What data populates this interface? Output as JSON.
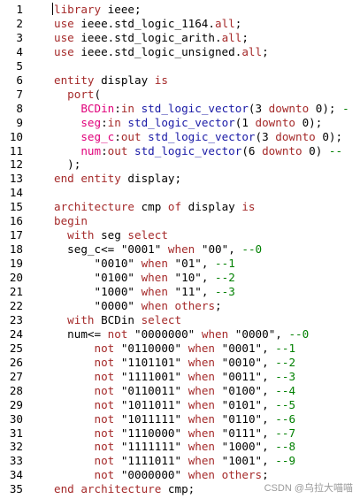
{
  "colors": {
    "keyword": "#a52a2a",
    "text": "#000000",
    "type": "#1a1aa6",
    "string": "#000000",
    "comment": "#008000",
    "port": "#e0007a",
    "line_number": "#000000",
    "background": "#ffffff"
  },
  "lines": [
    {
      "n": "1",
      "tokens": [
        {
          "t": "library",
          "c": "kw"
        },
        {
          "t": " ieee;",
          "c": "tx"
        }
      ]
    },
    {
      "n": "2",
      "tokens": [
        {
          "t": "use",
          "c": "kw"
        },
        {
          "t": " ieee.std_logic_1164.",
          "c": "tx"
        },
        {
          "t": "all",
          "c": "kw"
        },
        {
          "t": ";",
          "c": "tx"
        }
      ]
    },
    {
      "n": "3",
      "tokens": [
        {
          "t": "use",
          "c": "kw"
        },
        {
          "t": " ieee.std_logic_arith.",
          "c": "tx"
        },
        {
          "t": "all",
          "c": "kw"
        },
        {
          "t": ";",
          "c": "tx"
        }
      ]
    },
    {
      "n": "4",
      "tokens": [
        {
          "t": "use",
          "c": "kw"
        },
        {
          "t": " ieee.std_logic_unsigned.",
          "c": "tx"
        },
        {
          "t": "all",
          "c": "kw"
        },
        {
          "t": ";",
          "c": "tx"
        }
      ]
    },
    {
      "n": "5",
      "tokens": []
    },
    {
      "n": "6",
      "tokens": [
        {
          "t": "entity",
          "c": "kw"
        },
        {
          "t": " display ",
          "c": "tx"
        },
        {
          "t": "is",
          "c": "kw"
        }
      ]
    },
    {
      "n": "7",
      "tokens": [
        {
          "t": "  port",
          "c": "kw"
        },
        {
          "t": "(",
          "c": "tx"
        }
      ]
    },
    {
      "n": "8",
      "tokens": [
        {
          "t": "    BCDin",
          "c": "pt"
        },
        {
          "t": ":",
          "c": "tx"
        },
        {
          "t": "in",
          "c": "kw"
        },
        {
          "t": " std_logic_vector",
          "c": "ty"
        },
        {
          "t": "(3 ",
          "c": "tx"
        },
        {
          "t": "downto",
          "c": "kw"
        },
        {
          "t": " 0); ",
          "c": "tx"
        },
        {
          "t": "-",
          "c": "cm"
        }
      ]
    },
    {
      "n": "9",
      "tokens": [
        {
          "t": "    seg",
          "c": "pt"
        },
        {
          "t": ":",
          "c": "tx"
        },
        {
          "t": "in",
          "c": "kw"
        },
        {
          "t": " std_logic_vector",
          "c": "ty"
        },
        {
          "t": "(1 ",
          "c": "tx"
        },
        {
          "t": "downto",
          "c": "kw"
        },
        {
          "t": " 0);",
          "c": "tx"
        }
      ]
    },
    {
      "n": "10",
      "tokens": [
        {
          "t": "    seg_c",
          "c": "pt"
        },
        {
          "t": ":",
          "c": "tx"
        },
        {
          "t": "out",
          "c": "kw"
        },
        {
          "t": " std_logic_vector",
          "c": "ty"
        },
        {
          "t": "(3 ",
          "c": "tx"
        },
        {
          "t": "downto",
          "c": "kw"
        },
        {
          "t": " 0);",
          "c": "tx"
        }
      ]
    },
    {
      "n": "11",
      "tokens": [
        {
          "t": "    num",
          "c": "pt"
        },
        {
          "t": ":",
          "c": "tx"
        },
        {
          "t": "out",
          "c": "kw"
        },
        {
          "t": " std_logic_vector",
          "c": "ty"
        },
        {
          "t": "(6 ",
          "c": "tx"
        },
        {
          "t": "downto",
          "c": "kw"
        },
        {
          "t": " 0) ",
          "c": "tx"
        },
        {
          "t": "--",
          "c": "cm"
        }
      ]
    },
    {
      "n": "12",
      "tokens": [
        {
          "t": "  );",
          "c": "tx"
        }
      ]
    },
    {
      "n": "13",
      "tokens": [
        {
          "t": "end",
          "c": "kw"
        },
        {
          "t": " ",
          "c": "tx"
        },
        {
          "t": "entity",
          "c": "kw"
        },
        {
          "t": " display;",
          "c": "tx"
        }
      ]
    },
    {
      "n": "14",
      "tokens": []
    },
    {
      "n": "15",
      "tokens": [
        {
          "t": "architecture",
          "c": "kw"
        },
        {
          "t": " cmp ",
          "c": "tx"
        },
        {
          "t": "of",
          "c": "kw"
        },
        {
          "t": " display ",
          "c": "tx"
        },
        {
          "t": "is",
          "c": "kw"
        }
      ]
    },
    {
      "n": "16",
      "tokens": [
        {
          "t": "begin",
          "c": "kw"
        }
      ]
    },
    {
      "n": "17",
      "tokens": [
        {
          "t": "  with",
          "c": "kw"
        },
        {
          "t": " seg ",
          "c": "tx"
        },
        {
          "t": "select",
          "c": "kw"
        }
      ]
    },
    {
      "n": "18",
      "tokens": [
        {
          "t": "  seg_c<= ",
          "c": "tx"
        },
        {
          "t": "\"0001\"",
          "c": "st"
        },
        {
          "t": " ",
          "c": "tx"
        },
        {
          "t": "when",
          "c": "kw"
        },
        {
          "t": " ",
          "c": "tx"
        },
        {
          "t": "\"00\"",
          "c": "st"
        },
        {
          "t": ", ",
          "c": "tx"
        },
        {
          "t": "--0",
          "c": "cm"
        }
      ]
    },
    {
      "n": "19",
      "tokens": [
        {
          "t": "      ",
          "c": "tx"
        },
        {
          "t": "\"0010\"",
          "c": "st"
        },
        {
          "t": " ",
          "c": "tx"
        },
        {
          "t": "when",
          "c": "kw"
        },
        {
          "t": " ",
          "c": "tx"
        },
        {
          "t": "\"01\"",
          "c": "st"
        },
        {
          "t": ", ",
          "c": "tx"
        },
        {
          "t": "--1",
          "c": "cm"
        }
      ]
    },
    {
      "n": "20",
      "tokens": [
        {
          "t": "      ",
          "c": "tx"
        },
        {
          "t": "\"0100\"",
          "c": "st"
        },
        {
          "t": " ",
          "c": "tx"
        },
        {
          "t": "when",
          "c": "kw"
        },
        {
          "t": " ",
          "c": "tx"
        },
        {
          "t": "\"10\"",
          "c": "st"
        },
        {
          "t": ", ",
          "c": "tx"
        },
        {
          "t": "--2",
          "c": "cm"
        }
      ]
    },
    {
      "n": "21",
      "tokens": [
        {
          "t": "      ",
          "c": "tx"
        },
        {
          "t": "\"1000\"",
          "c": "st"
        },
        {
          "t": " ",
          "c": "tx"
        },
        {
          "t": "when",
          "c": "kw"
        },
        {
          "t": " ",
          "c": "tx"
        },
        {
          "t": "\"11\"",
          "c": "st"
        },
        {
          "t": ", ",
          "c": "tx"
        },
        {
          "t": "--3",
          "c": "cm"
        }
      ]
    },
    {
      "n": "22",
      "tokens": [
        {
          "t": "      ",
          "c": "tx"
        },
        {
          "t": "\"0000\"",
          "c": "st"
        },
        {
          "t": " ",
          "c": "tx"
        },
        {
          "t": "when",
          "c": "kw"
        },
        {
          "t": " ",
          "c": "tx"
        },
        {
          "t": "others",
          "c": "kw"
        },
        {
          "t": ";",
          "c": "tx"
        }
      ]
    },
    {
      "n": "23",
      "tokens": [
        {
          "t": "  with",
          "c": "kw"
        },
        {
          "t": " BCDin ",
          "c": "tx"
        },
        {
          "t": "select",
          "c": "kw"
        }
      ]
    },
    {
      "n": "24",
      "tokens": [
        {
          "t": "  num<= ",
          "c": "tx"
        },
        {
          "t": "not",
          "c": "kw"
        },
        {
          "t": " ",
          "c": "tx"
        },
        {
          "t": "\"0000000\"",
          "c": "st"
        },
        {
          "t": " ",
          "c": "tx"
        },
        {
          "t": "when",
          "c": "kw"
        },
        {
          "t": " ",
          "c": "tx"
        },
        {
          "t": "\"0000\"",
          "c": "st"
        },
        {
          "t": ", ",
          "c": "tx"
        },
        {
          "t": "--0",
          "c": "cm"
        }
      ]
    },
    {
      "n": "25",
      "tokens": [
        {
          "t": "      ",
          "c": "tx"
        },
        {
          "t": "not",
          "c": "kw"
        },
        {
          "t": " ",
          "c": "tx"
        },
        {
          "t": "\"0110000\"",
          "c": "st"
        },
        {
          "t": " ",
          "c": "tx"
        },
        {
          "t": "when",
          "c": "kw"
        },
        {
          "t": " ",
          "c": "tx"
        },
        {
          "t": "\"0001\"",
          "c": "st"
        },
        {
          "t": ", ",
          "c": "tx"
        },
        {
          "t": "--1",
          "c": "cm"
        }
      ]
    },
    {
      "n": "26",
      "tokens": [
        {
          "t": "      ",
          "c": "tx"
        },
        {
          "t": "not",
          "c": "kw"
        },
        {
          "t": " ",
          "c": "tx"
        },
        {
          "t": "\"1101101\"",
          "c": "st"
        },
        {
          "t": " ",
          "c": "tx"
        },
        {
          "t": "when",
          "c": "kw"
        },
        {
          "t": " ",
          "c": "tx"
        },
        {
          "t": "\"0010\"",
          "c": "st"
        },
        {
          "t": ", ",
          "c": "tx"
        },
        {
          "t": "--2",
          "c": "cm"
        }
      ]
    },
    {
      "n": "27",
      "tokens": [
        {
          "t": "      ",
          "c": "tx"
        },
        {
          "t": "not",
          "c": "kw"
        },
        {
          "t": " ",
          "c": "tx"
        },
        {
          "t": "\"1111001\"",
          "c": "st"
        },
        {
          "t": " ",
          "c": "tx"
        },
        {
          "t": "when",
          "c": "kw"
        },
        {
          "t": " ",
          "c": "tx"
        },
        {
          "t": "\"0011\"",
          "c": "st"
        },
        {
          "t": ", ",
          "c": "tx"
        },
        {
          "t": "--3",
          "c": "cm"
        }
      ]
    },
    {
      "n": "28",
      "tokens": [
        {
          "t": "      ",
          "c": "tx"
        },
        {
          "t": "not",
          "c": "kw"
        },
        {
          "t": " ",
          "c": "tx"
        },
        {
          "t": "\"0110011\"",
          "c": "st"
        },
        {
          "t": " ",
          "c": "tx"
        },
        {
          "t": "when",
          "c": "kw"
        },
        {
          "t": " ",
          "c": "tx"
        },
        {
          "t": "\"0100\"",
          "c": "st"
        },
        {
          "t": ", ",
          "c": "tx"
        },
        {
          "t": "--4",
          "c": "cm"
        }
      ]
    },
    {
      "n": "29",
      "tokens": [
        {
          "t": "      ",
          "c": "tx"
        },
        {
          "t": "not",
          "c": "kw"
        },
        {
          "t": " ",
          "c": "tx"
        },
        {
          "t": "\"1011011\"",
          "c": "st"
        },
        {
          "t": " ",
          "c": "tx"
        },
        {
          "t": "when",
          "c": "kw"
        },
        {
          "t": " ",
          "c": "tx"
        },
        {
          "t": "\"0101\"",
          "c": "st"
        },
        {
          "t": ", ",
          "c": "tx"
        },
        {
          "t": "--5",
          "c": "cm"
        }
      ]
    },
    {
      "n": "30",
      "tokens": [
        {
          "t": "      ",
          "c": "tx"
        },
        {
          "t": "not",
          "c": "kw"
        },
        {
          "t": " ",
          "c": "tx"
        },
        {
          "t": "\"1011111\"",
          "c": "st"
        },
        {
          "t": " ",
          "c": "tx"
        },
        {
          "t": "when",
          "c": "kw"
        },
        {
          "t": " ",
          "c": "tx"
        },
        {
          "t": "\"0110\"",
          "c": "st"
        },
        {
          "t": ", ",
          "c": "tx"
        },
        {
          "t": "--6",
          "c": "cm"
        }
      ]
    },
    {
      "n": "31",
      "tokens": [
        {
          "t": "      ",
          "c": "tx"
        },
        {
          "t": "not",
          "c": "kw"
        },
        {
          "t": " ",
          "c": "tx"
        },
        {
          "t": "\"1110000\"",
          "c": "st"
        },
        {
          "t": " ",
          "c": "tx"
        },
        {
          "t": "when",
          "c": "kw"
        },
        {
          "t": " ",
          "c": "tx"
        },
        {
          "t": "\"0111\"",
          "c": "st"
        },
        {
          "t": ", ",
          "c": "tx"
        },
        {
          "t": "--7",
          "c": "cm"
        }
      ]
    },
    {
      "n": "32",
      "tokens": [
        {
          "t": "      ",
          "c": "tx"
        },
        {
          "t": "not",
          "c": "kw"
        },
        {
          "t": " ",
          "c": "tx"
        },
        {
          "t": "\"1111111\"",
          "c": "st"
        },
        {
          "t": " ",
          "c": "tx"
        },
        {
          "t": "when",
          "c": "kw"
        },
        {
          "t": " ",
          "c": "tx"
        },
        {
          "t": "\"1000\"",
          "c": "st"
        },
        {
          "t": ", ",
          "c": "tx"
        },
        {
          "t": "--8",
          "c": "cm"
        }
      ]
    },
    {
      "n": "33",
      "tokens": [
        {
          "t": "      ",
          "c": "tx"
        },
        {
          "t": "not",
          "c": "kw"
        },
        {
          "t": " ",
          "c": "tx"
        },
        {
          "t": "\"1111011\"",
          "c": "st"
        },
        {
          "t": " ",
          "c": "tx"
        },
        {
          "t": "when",
          "c": "kw"
        },
        {
          "t": " ",
          "c": "tx"
        },
        {
          "t": "\"1001\"",
          "c": "st"
        },
        {
          "t": ", ",
          "c": "tx"
        },
        {
          "t": "--9",
          "c": "cm"
        }
      ]
    },
    {
      "n": "34",
      "tokens": [
        {
          "t": "      ",
          "c": "tx"
        },
        {
          "t": "not",
          "c": "kw"
        },
        {
          "t": " ",
          "c": "tx"
        },
        {
          "t": "\"0000000\"",
          "c": "st"
        },
        {
          "t": " ",
          "c": "tx"
        },
        {
          "t": "when",
          "c": "kw"
        },
        {
          "t": " ",
          "c": "tx"
        },
        {
          "t": "others",
          "c": "kw"
        },
        {
          "t": ";",
          "c": "tx"
        }
      ]
    },
    {
      "n": "35",
      "tokens": [
        {
          "t": "end",
          "c": "kw"
        },
        {
          "t": " ",
          "c": "tx"
        },
        {
          "t": "architecture",
          "c": "kw"
        },
        {
          "t": " cmp;",
          "c": "tx"
        }
      ]
    }
  ],
  "watermark": "CSDN @乌拉大喵喵"
}
